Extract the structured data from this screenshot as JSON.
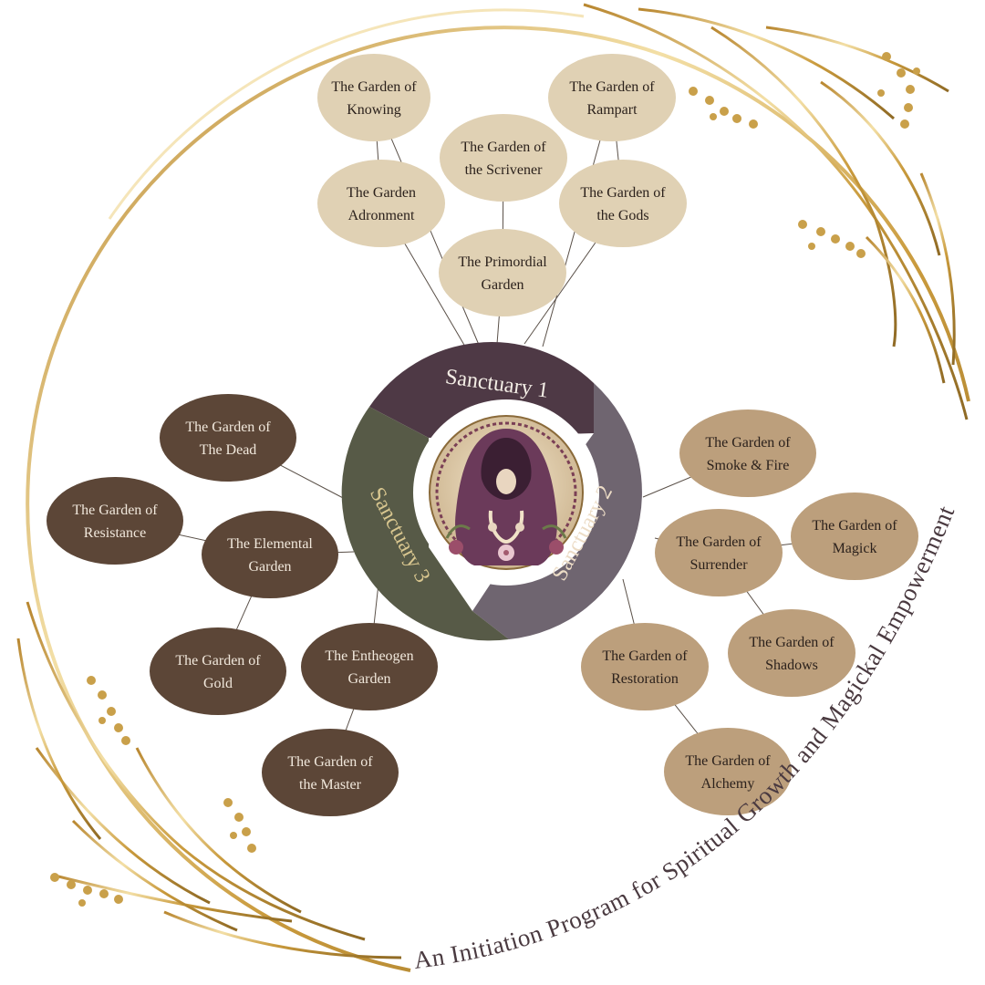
{
  "colors": {
    "gold": "#c9a04a",
    "light_gold": "#f1dfae",
    "group1_node": "#e0d1b4",
    "group2_node": "#bc9f7c",
    "group3_node": "#5c4637",
    "sanctuary1": "#4e3945",
    "sanctuary2": "#6f6570",
    "sanctuary3": "#575a47",
    "line": "#5a5048"
  },
  "center_emblem": {
    "icon": "hooded-moon-priestess-emblem"
  },
  "sanctuaries": [
    {
      "id": "s1",
      "label": "Sanctuary 1"
    },
    {
      "id": "s2",
      "label": "Sanctuary 2"
    },
    {
      "id": "s3",
      "label": "Sanctuary 3"
    }
  ],
  "gardens": [
    {
      "id": "knowing",
      "group": 1,
      "lines": [
        "The Garden of",
        "Knowing"
      ]
    },
    {
      "id": "rampart",
      "group": 1,
      "lines": [
        "The Garden of",
        "Rampart"
      ]
    },
    {
      "id": "scrivener",
      "group": 1,
      "lines": [
        "The Garden of",
        "the Scrivener"
      ]
    },
    {
      "id": "adronment",
      "group": 1,
      "lines": [
        "The Garden",
        "Adronment"
      ]
    },
    {
      "id": "gods",
      "group": 1,
      "lines": [
        "The Garden of",
        "the Gods"
      ]
    },
    {
      "id": "primordial",
      "group": 1,
      "lines": [
        "The Primordial",
        "Garden"
      ]
    },
    {
      "id": "smoke-fire",
      "group": 2,
      "lines": [
        "The Garden of",
        "Smoke & Fire"
      ]
    },
    {
      "id": "surrender",
      "group": 2,
      "lines": [
        "The Garden of",
        "Surrender"
      ]
    },
    {
      "id": "magick",
      "group": 2,
      "lines": [
        "The Garden of",
        "Magick"
      ]
    },
    {
      "id": "shadows",
      "group": 2,
      "lines": [
        "The Garden of",
        "Shadows"
      ]
    },
    {
      "id": "restoration",
      "group": 2,
      "lines": [
        "The Garden of",
        "Restoration"
      ]
    },
    {
      "id": "alchemy",
      "group": 2,
      "lines": [
        "The Garden of",
        "Alchemy"
      ]
    },
    {
      "id": "dead",
      "group": 3,
      "lines": [
        "The Garden of",
        "The Dead"
      ]
    },
    {
      "id": "resistance",
      "group": 3,
      "lines": [
        "The Garden of",
        "Resistance"
      ]
    },
    {
      "id": "elemental",
      "group": 3,
      "lines": [
        "The Elemental",
        "Garden"
      ]
    },
    {
      "id": "gold",
      "group": 3,
      "lines": [
        "The Garden of",
        "Gold"
      ]
    },
    {
      "id": "entheogen",
      "group": 3,
      "lines": [
        "The Entheogen",
        "Garden"
      ]
    },
    {
      "id": "master",
      "group": 3,
      "lines": [
        "The Garden of",
        "the Master"
      ]
    }
  ],
  "connections": [
    [
      "knowing",
      "adronment"
    ],
    [
      "rampart",
      "gods"
    ],
    [
      "scrivener",
      "primordial"
    ],
    [
      "adronment",
      "s1"
    ],
    [
      "primordial",
      "s1"
    ],
    [
      "gods",
      "s1"
    ],
    [
      "knowing",
      "s1"
    ],
    [
      "rampart",
      "s1"
    ],
    [
      "smoke-fire",
      "s2"
    ],
    [
      "surrender",
      "s2"
    ],
    [
      "restoration",
      "s2"
    ],
    [
      "surrender",
      "magick"
    ],
    [
      "surrender",
      "shadows"
    ],
    [
      "restoration",
      "alchemy"
    ],
    [
      "dead",
      "s3"
    ],
    [
      "elemental",
      "s3"
    ],
    [
      "resistance",
      "elemental"
    ],
    [
      "elemental",
      "gold"
    ],
    [
      "entheogen",
      "s3"
    ],
    [
      "entheogen",
      "master"
    ]
  ],
  "tagline": "An Initiation Program for Spiritual Growth and Magickal Empowerment"
}
